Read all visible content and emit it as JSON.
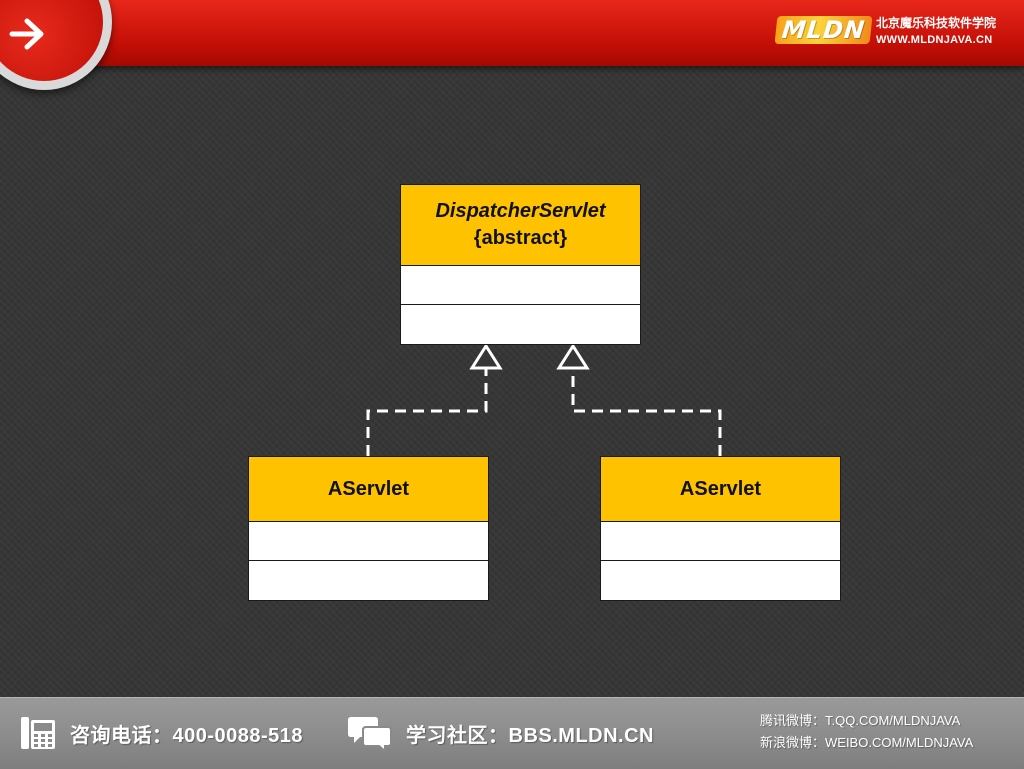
{
  "header": {
    "logo_text": "MLDN",
    "school_name": "北京魔乐科技软件学院",
    "school_url": "WWW.MLDNJAVA.CN"
  },
  "diagram": {
    "parent": {
      "name": "DispatcherServlet",
      "stereotype": "{abstract}"
    },
    "children": [
      {
        "name": "AServlet"
      },
      {
        "name": "AServlet"
      }
    ],
    "relation": "realization"
  },
  "footer": {
    "phone_text": "咨询电话：400-0088-518",
    "community_text": "学习社区：BBS.MLDN.CN",
    "qq_weibo": "腾讯微博：T.QQ.COM/MLDNJAVA",
    "sina_weibo": "新浪微博：WEIBO.COM/MLDNJAVA"
  },
  "colors": {
    "header_red": "#c10e06",
    "class_header_yellow": "#fec200",
    "background": "#363636",
    "connector": "#ffffff"
  },
  "icons": [
    "arrow-right-icon",
    "phone-icon",
    "chat-bubbles-icon"
  ]
}
